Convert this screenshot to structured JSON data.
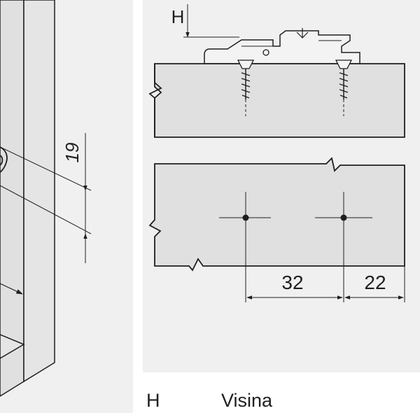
{
  "diagram": {
    "side_dimension": "19",
    "height_symbol": "H",
    "spacing_dimension_1": "32",
    "spacing_dimension_2": "22"
  },
  "legend": {
    "symbol": "H",
    "description": "Visina"
  }
}
